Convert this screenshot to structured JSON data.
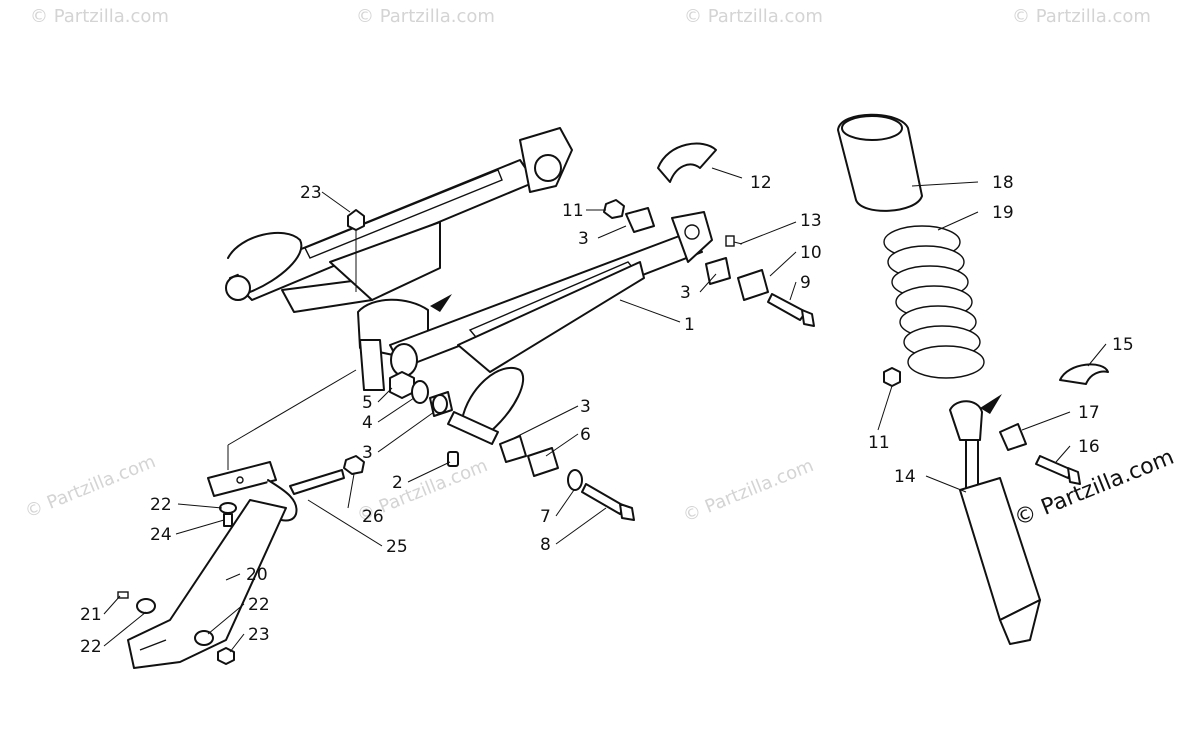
{
  "watermark": "© Partzilla.com",
  "brand_credit": "© Partzilla.com",
  "callouts": {
    "c1": "1",
    "c2": "2",
    "c3a": "3",
    "c3b": "3",
    "c3c": "3",
    "c3d": "3",
    "c4": "4",
    "c5": "5",
    "c6": "6",
    "c7": "7",
    "c8": "8",
    "c9": "9",
    "c10": "10",
    "c11a": "11",
    "c11b": "11",
    "c12": "12",
    "c13": "13",
    "c14": "14",
    "c15": "15",
    "c16": "16",
    "c17": "17",
    "c18": "18",
    "c19": "19",
    "c20": "20",
    "c21": "21",
    "c22a": "22",
    "c22b": "22",
    "c22c": "22",
    "c23a": "23",
    "c23b": "23",
    "c24": "24",
    "c25": "25",
    "c26": "26"
  }
}
